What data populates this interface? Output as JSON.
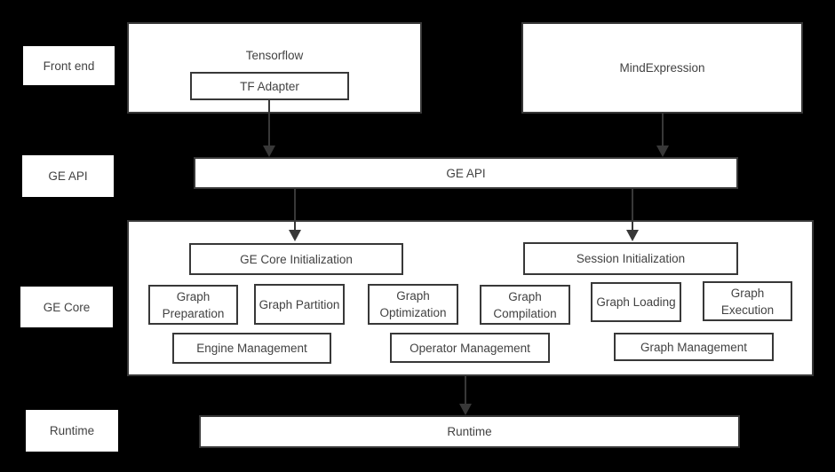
{
  "colors": {
    "background": "#000000",
    "box_fill": "#ffffff",
    "border": "#383838",
    "text": "#424242",
    "arrow": "#383838"
  },
  "row_labels": [
    "Front end",
    "GE API",
    "GE Core",
    "Runtime"
  ],
  "front_end": {
    "tensorflow_label": "Tensorflow",
    "tf_adapter_label": "TF Adapter",
    "mindexpression_label": "MindExpression"
  },
  "ge_api": {
    "label": "GE API"
  },
  "ge_core": {
    "initialization": [
      "GE Core Initialization",
      "Session Initialization"
    ],
    "stages": [
      "Graph Preparation",
      "Graph Partition",
      "Graph Optimization",
      "Graph Compilation",
      "Graph Loading",
      "Graph Execution"
    ],
    "management": [
      "Engine Management",
      "Operator Management",
      "Graph Management"
    ]
  },
  "runtime": {
    "label": "Runtime"
  }
}
